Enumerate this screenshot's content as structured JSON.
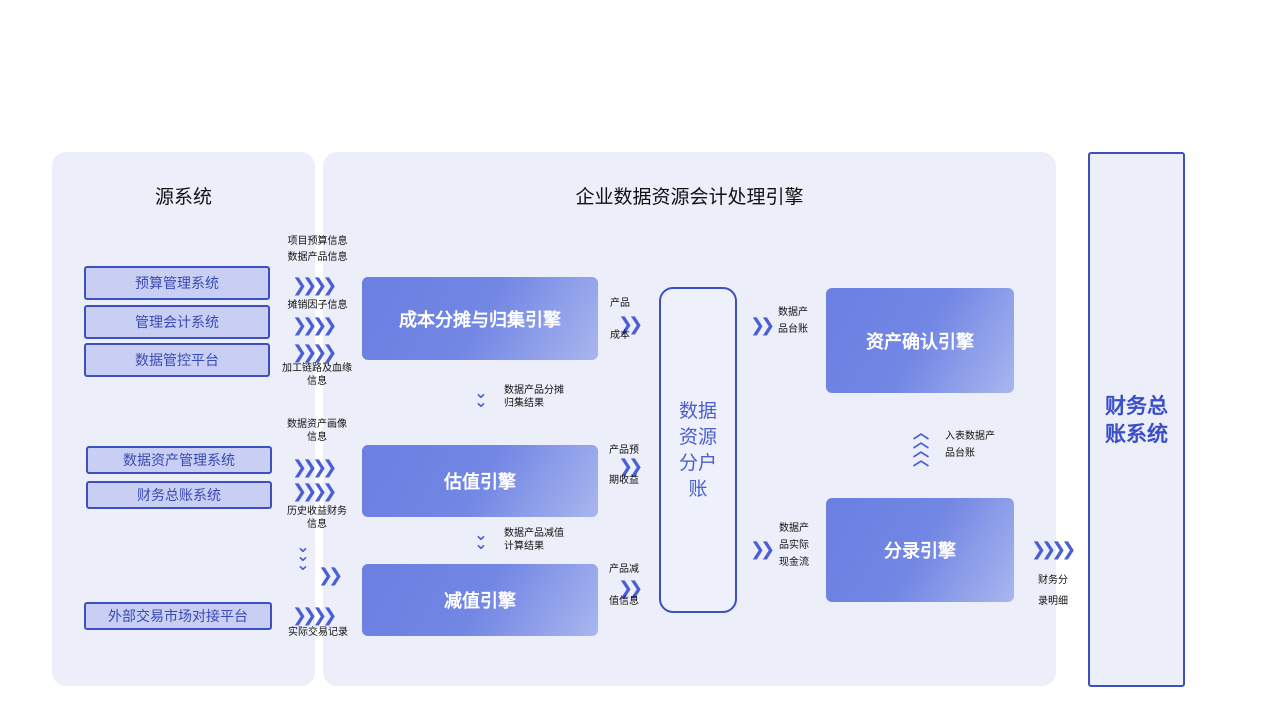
{
  "source": {
    "title": "源系统",
    "systems": [
      "预算管理系统",
      "管理会计系统",
      "数据管控平台",
      "数据资产管理系统",
      "财务总账系统",
      "外部交易市场对接平台"
    ]
  },
  "engine": {
    "title": "企业数据资源会计处理引擎",
    "engines": {
      "cost": "成本分摊与归集引擎",
      "valuation": "估值引擎",
      "impairment": "减值引擎",
      "recognition": "资产确认引擎",
      "entry": "分录引擎"
    },
    "ledger": "数据资源分户账"
  },
  "gl": "财务总账系统",
  "labels": {
    "budget": "项目预算信息",
    "product": "数据产品信息",
    "amort": "摊销因子信息",
    "lineage": "加工链路及血缘信息",
    "portrait": "数据资产画像信息",
    "history": "历史收益财务信息",
    "trade": "实际交易记录",
    "alloc_result": "数据产品分摊归集结果",
    "impair_result": "数据产品减值计算结果",
    "prod_cost_1": "产品",
    "prod_cost_2": "成本",
    "prod_exp_1": "产品预",
    "prod_exp_2": "期收益",
    "prod_imp_1": "产品减",
    "prod_imp_2": "值信息",
    "ledger_out": "数据产品台账",
    "cashflow": "数据产品实际现金流",
    "booked": "入表数据产品台账",
    "entries": "财务分录明细"
  },
  "chevrons": {
    "h4": "❯❯❯❯",
    "h2": "❯❯"
  },
  "colors": {
    "accent": "#3e50bf",
    "panel": "#eceffa"
  }
}
